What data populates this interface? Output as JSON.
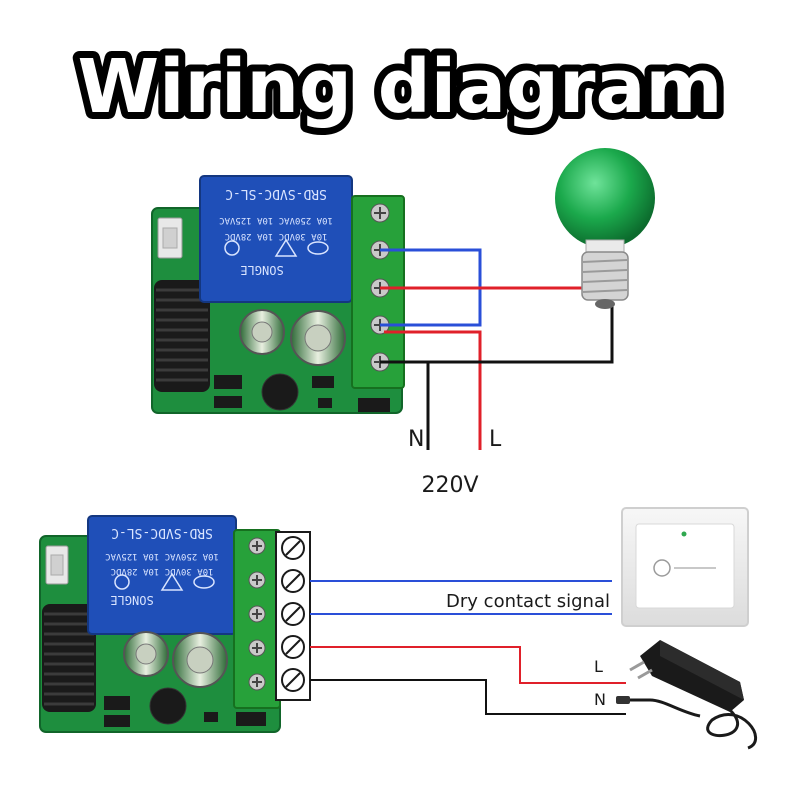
{
  "title": "Wiring diagram",
  "top": {
    "neutral_label": "N",
    "live_label": "L",
    "voltage_label": "220V",
    "relay_model": "SRD-SVDC-SL-C",
    "relay_rating_1": "10A 250VAC  10A 125VAC",
    "relay_rating_2": "10A 30VDC  10A 28VDC",
    "relay_brand": "SONGLE"
  },
  "bottom": {
    "signal_label": "Dry contact signal",
    "live_label": "L",
    "neutral_label": "N",
    "relay_model": "SRD-SVDC-SL-C",
    "relay_rating_1": "10A 250VAC  10A 125VAC",
    "relay_rating_2": "10A 30VDC  10A 28VDC",
    "relay_brand": "SONGLE"
  },
  "colors": {
    "pcb": "#1e8e3e",
    "relay": "#1f4fb8",
    "terminal": "#27a13a",
    "bulb": "#1ba94c",
    "wire_blue": "#2a4fd8",
    "wire_red": "#e0202a",
    "wire_black": "#111111"
  }
}
